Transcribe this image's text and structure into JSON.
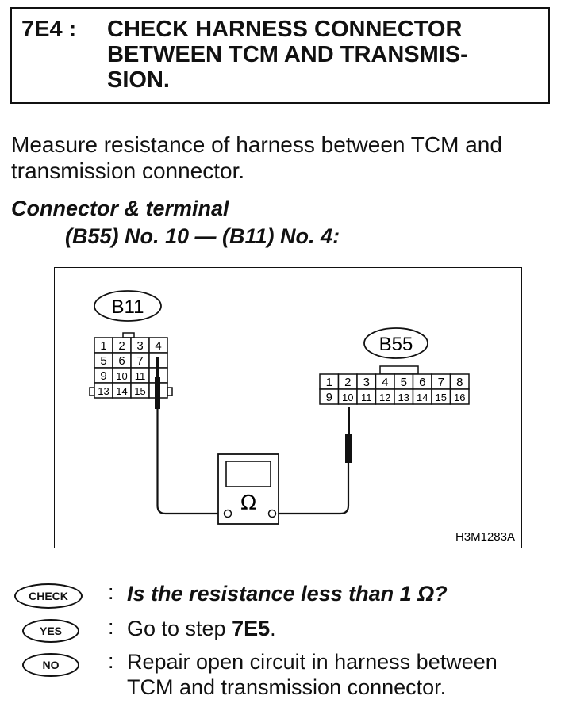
{
  "step": {
    "id": "7E4 :",
    "title_lines": [
      "CHECK HARNESS CONNECTOR",
      "BETWEEN TCM AND TRANSMIS-",
      "SION."
    ]
  },
  "intro": {
    "lines": [
      "Measure resistance of harness between TCM and",
      "transmission connector."
    ]
  },
  "connector_terminal": {
    "label": "Connector & terminal",
    "value": "(B55) No. 10 — (B11) No. 4:"
  },
  "diagram": {
    "b11": {
      "label": "B11",
      "rows": [
        [
          "1",
          "2",
          "3",
          "4"
        ],
        [
          "5",
          "6",
          "7",
          ""
        ],
        [
          "9",
          "10",
          "11",
          ""
        ],
        [
          "13",
          "14",
          "15",
          ""
        ]
      ]
    },
    "b55": {
      "label": "B55",
      "rows": [
        [
          "1",
          "2",
          "3",
          "4",
          "5",
          "6",
          "7",
          "8"
        ],
        [
          "9",
          "10",
          "11",
          "12",
          "13",
          "14",
          "15",
          "16"
        ]
      ]
    },
    "meter_symbol": "Ω",
    "figure_code": "H3M1283A"
  },
  "qa": {
    "check": {
      "badge": "CHECK",
      "colon": ":",
      "text": "Is the resistance less than 1 Ω?"
    },
    "yes": {
      "badge": "YES",
      "colon": ":",
      "text_prefix": "Go to step ",
      "text_step": "7E5",
      "text_suffix": "."
    },
    "no": {
      "badge": "NO",
      "colon": ":",
      "text_lines": [
        "Repair open circuit in harness between",
        "TCM and transmission connector."
      ]
    }
  }
}
